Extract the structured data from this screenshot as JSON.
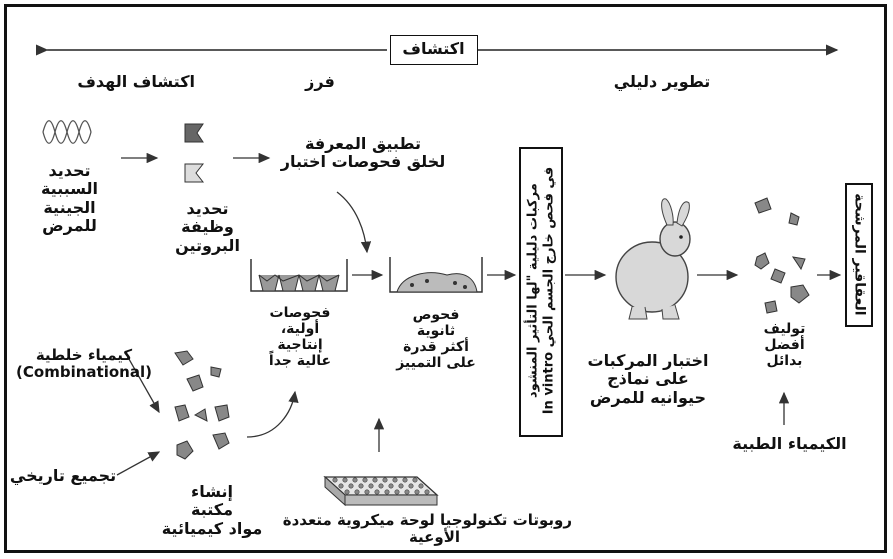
{
  "header": {
    "discovery_box": "اكتشاف",
    "stage_target": "اكتشاف الهدف",
    "stage_hypothesis": "فرز",
    "stage_lead": "تطوير دليلي"
  },
  "steps": {
    "gene_cause": [
      "تحديد",
      "السببية",
      "الجينية",
      "للمرض"
    ],
    "protein_function": [
      "تحديد",
      "وظيفة",
      "البروتين"
    ],
    "apply_knowledge": [
      "تطبيق المعرفة",
      "لخلق فحوصات اختبار"
    ],
    "primary_screens": [
      "فحوصات",
      "أولية،",
      "إنتاجية",
      "عالية جداً"
    ],
    "secondary_screens": [
      "فحوص",
      "ثانوية",
      "أكثر قدرة",
      "على التمييز"
    ],
    "lead_compounds": [
      "مركبات دليلية \"لها التأثير المنشود",
      "في فحص خارج الجسم الحي In vintro"
    ],
    "animal_testing": [
      "اختبار المركبات",
      "على نماذج",
      "حيوانيه للمرض"
    ],
    "generate_alternatives": [
      "توليف",
      "أفضل",
      "بدائل"
    ],
    "candidate_drugs": "العقاقير المرشحة",
    "combinatorial_chemistry": [
      "كيمياء خلطية",
      "(Combinational)"
    ],
    "historical_collection": "تجميع تاريخي",
    "build_library": [
      "إنشاء",
      "مكتبة",
      "مواد كيميائية"
    ],
    "robotics": [
      "روبوتات تكنولوجيا لوحة ميكروية متعددة",
      "الأوعية"
    ],
    "medicinal_chemistry": "الكيمياء الطبية"
  }
}
